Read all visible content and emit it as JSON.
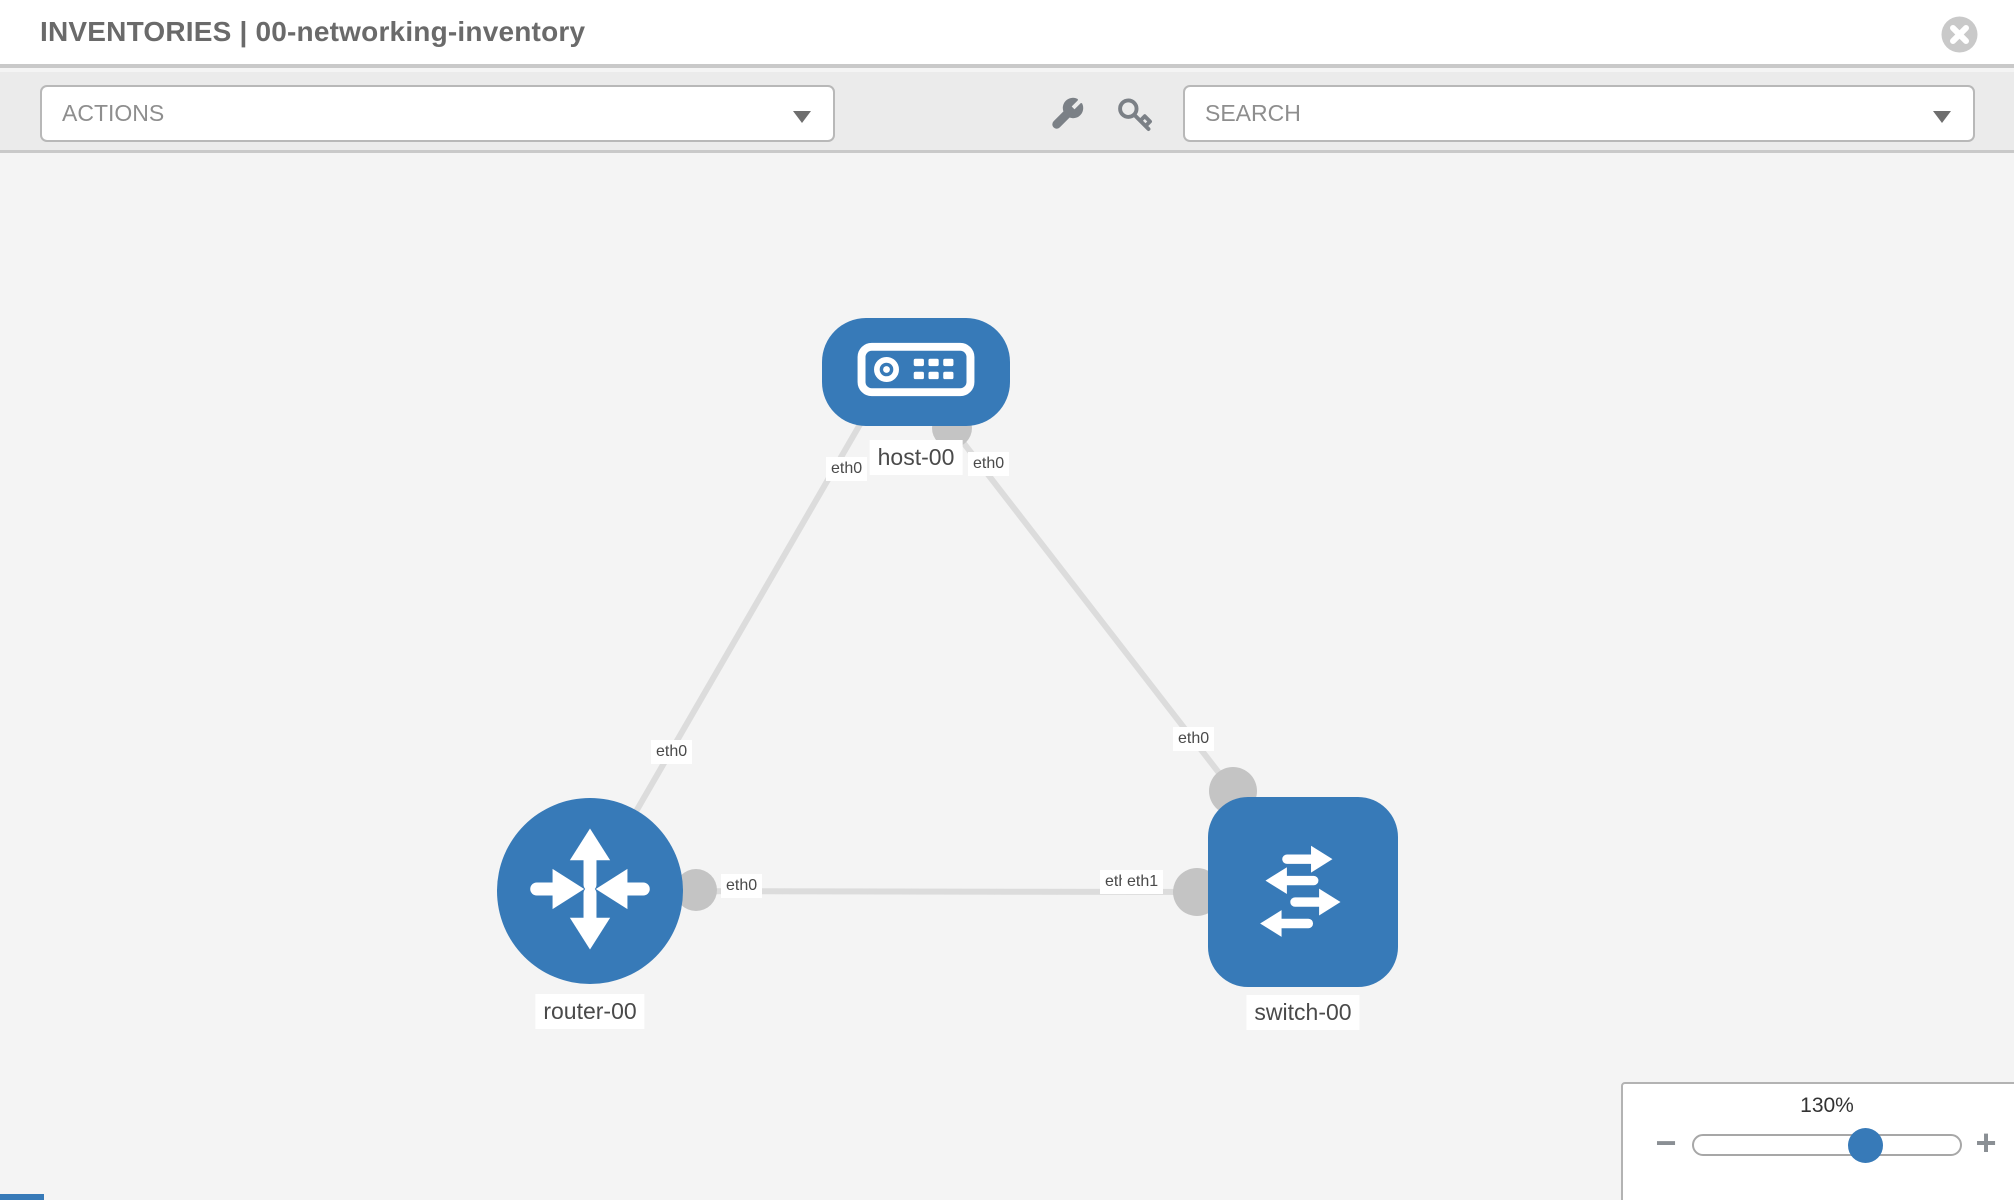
{
  "header": {
    "title": "INVENTORIES | 00-networking-inventory"
  },
  "toolbar": {
    "actions_label": "ACTIONS",
    "search_placeholder": "SEARCH"
  },
  "icons": {
    "close": "x-circle-icon",
    "actions_caret": "caret-down-icon",
    "search_caret": "caret-down-icon",
    "wrench": "wrench-icon",
    "key": "key-icon"
  },
  "colors": {
    "node_blue": "#377ab8",
    "link_gray": "#dcdcdc",
    "port_gray": "#c4c4c4",
    "toolbar_bg": "#ebebeb",
    "canvas_bg": "#f4f4f4"
  },
  "topology": {
    "nodes": [
      {
        "id": "host-00",
        "type": "host",
        "label": "host-00"
      },
      {
        "id": "router-00",
        "type": "router",
        "label": "router-00"
      },
      {
        "id": "switch-00",
        "type": "switch",
        "label": "switch-00"
      }
    ],
    "links": [
      {
        "from": "host-00",
        "from_if": "eth0",
        "to": "router-00",
        "to_if": "eth0"
      },
      {
        "from": "host-00",
        "from_if": "eth0",
        "to": "switch-00",
        "to_if": "eth0"
      },
      {
        "from": "router-00",
        "from_if": "eth0",
        "to": "switch-00",
        "to_if": "eth1"
      }
    ],
    "interface_labels": {
      "host_left": "eth0",
      "host_right": "eth0",
      "link_host_router": "eth0",
      "link_host_switch": "eth0",
      "router_right": "eth0",
      "switch_left_under": "eth0",
      "switch_left": "eth1"
    }
  },
  "zoom_control": {
    "value": "130%",
    "zoom_out_label": "−",
    "zoom_in_label": "+"
  }
}
